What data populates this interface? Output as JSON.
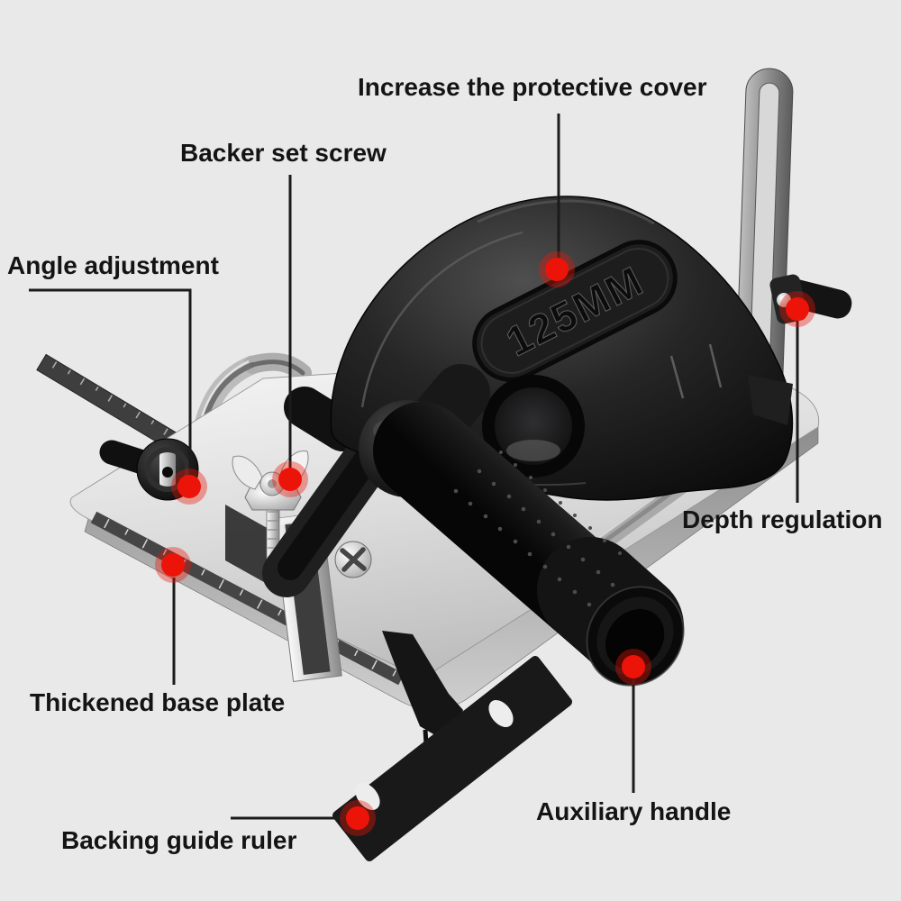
{
  "product": {
    "cover_marking": "125MM"
  },
  "annotations": [
    {
      "id": "protective-cover",
      "text": "Increase the protective cover"
    },
    {
      "id": "backer-set-screw",
      "text": "Backer set screw"
    },
    {
      "id": "angle-adjustment",
      "text": "Angle adjustment"
    },
    {
      "id": "depth-regulation",
      "text": "Depth regulation"
    },
    {
      "id": "thickened-base-plate",
      "text": "Thickened base plate"
    },
    {
      "id": "backing-guide-ruler",
      "text": "Backing guide ruler"
    },
    {
      "id": "auxiliary-handle",
      "text": "Auxiliary handle"
    }
  ],
  "style": {
    "background_color": "#e9e9e9",
    "label_color": "#141414",
    "leader_line_color": "#1b1b1b",
    "callout_dot_color": "#ec1408"
  }
}
